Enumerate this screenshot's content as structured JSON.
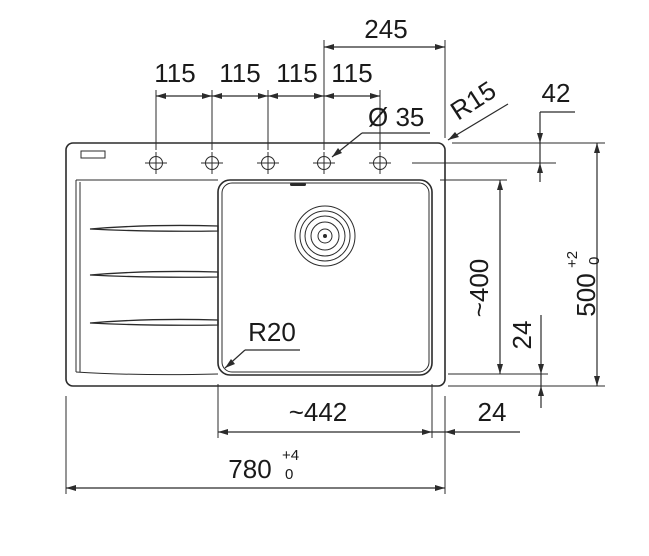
{
  "dimensions": {
    "hole_spacing": [
      "115",
      "115",
      "115",
      "115"
    ],
    "tap_offset": "245",
    "hole_diameter": "Ø 35",
    "corner_radius_outer": "R15",
    "top_edge_offset": "42",
    "bowl_depth": "~400",
    "overall_depth": "500",
    "overall_depth_tol_upper": "+2",
    "overall_depth_tol_lower": "0",
    "bowl_edge_offset_vertical": "24",
    "bowl_corner_radius": "R20",
    "bowl_width": "~442",
    "bowl_edge_offset_horizontal": "24",
    "overall_width": "780",
    "overall_width_tol_upper": "+4",
    "overall_width_tol_lower": "0"
  },
  "colors": {
    "line": "#2b2b2b",
    "background": "#ffffff"
  }
}
